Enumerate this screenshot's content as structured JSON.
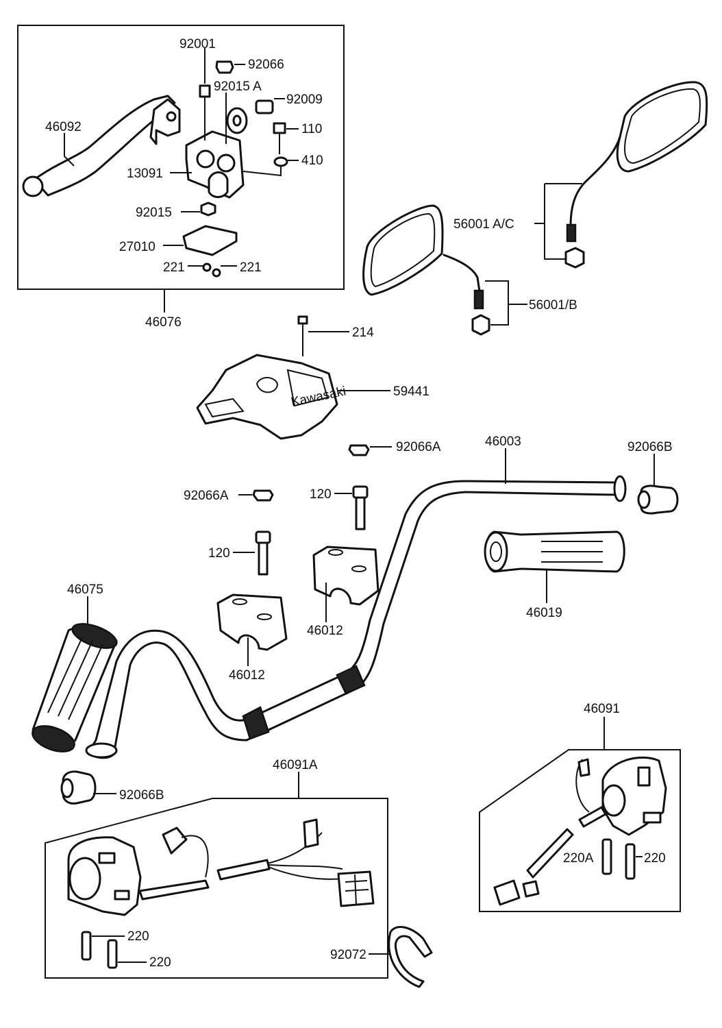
{
  "callouts": {
    "p92001": "92001",
    "p92066": "92066",
    "p92015A": "92015 A",
    "p92009": "92009",
    "p110": "110",
    "p410": "410",
    "p46092": "46092",
    "p13091": "13091",
    "p92015": "92015",
    "p27010": "27010",
    "p221a": "221",
    "p221b": "221",
    "p46076": "46076",
    "p56001AC": "56001 A/C",
    "p56001B": "56001/B",
    "p214": "214",
    "p59441": "59441",
    "p92066A_1": "92066A",
    "p46003": "46003",
    "p92066B_1": "92066B",
    "p92066A_2": "92066A",
    "p120a": "120",
    "p120b": "120",
    "p46019": "46019",
    "p46075": "46075",
    "p46012a": "46012",
    "p46012b": "46012",
    "p46091": "46091",
    "p46091A": "46091A",
    "p92066B_2": "92066B",
    "p220A": "220A",
    "p220a": "220",
    "p220b": "220",
    "p220c": "220",
    "p92072": "92072"
  },
  "logo_text": "Kawasaki"
}
